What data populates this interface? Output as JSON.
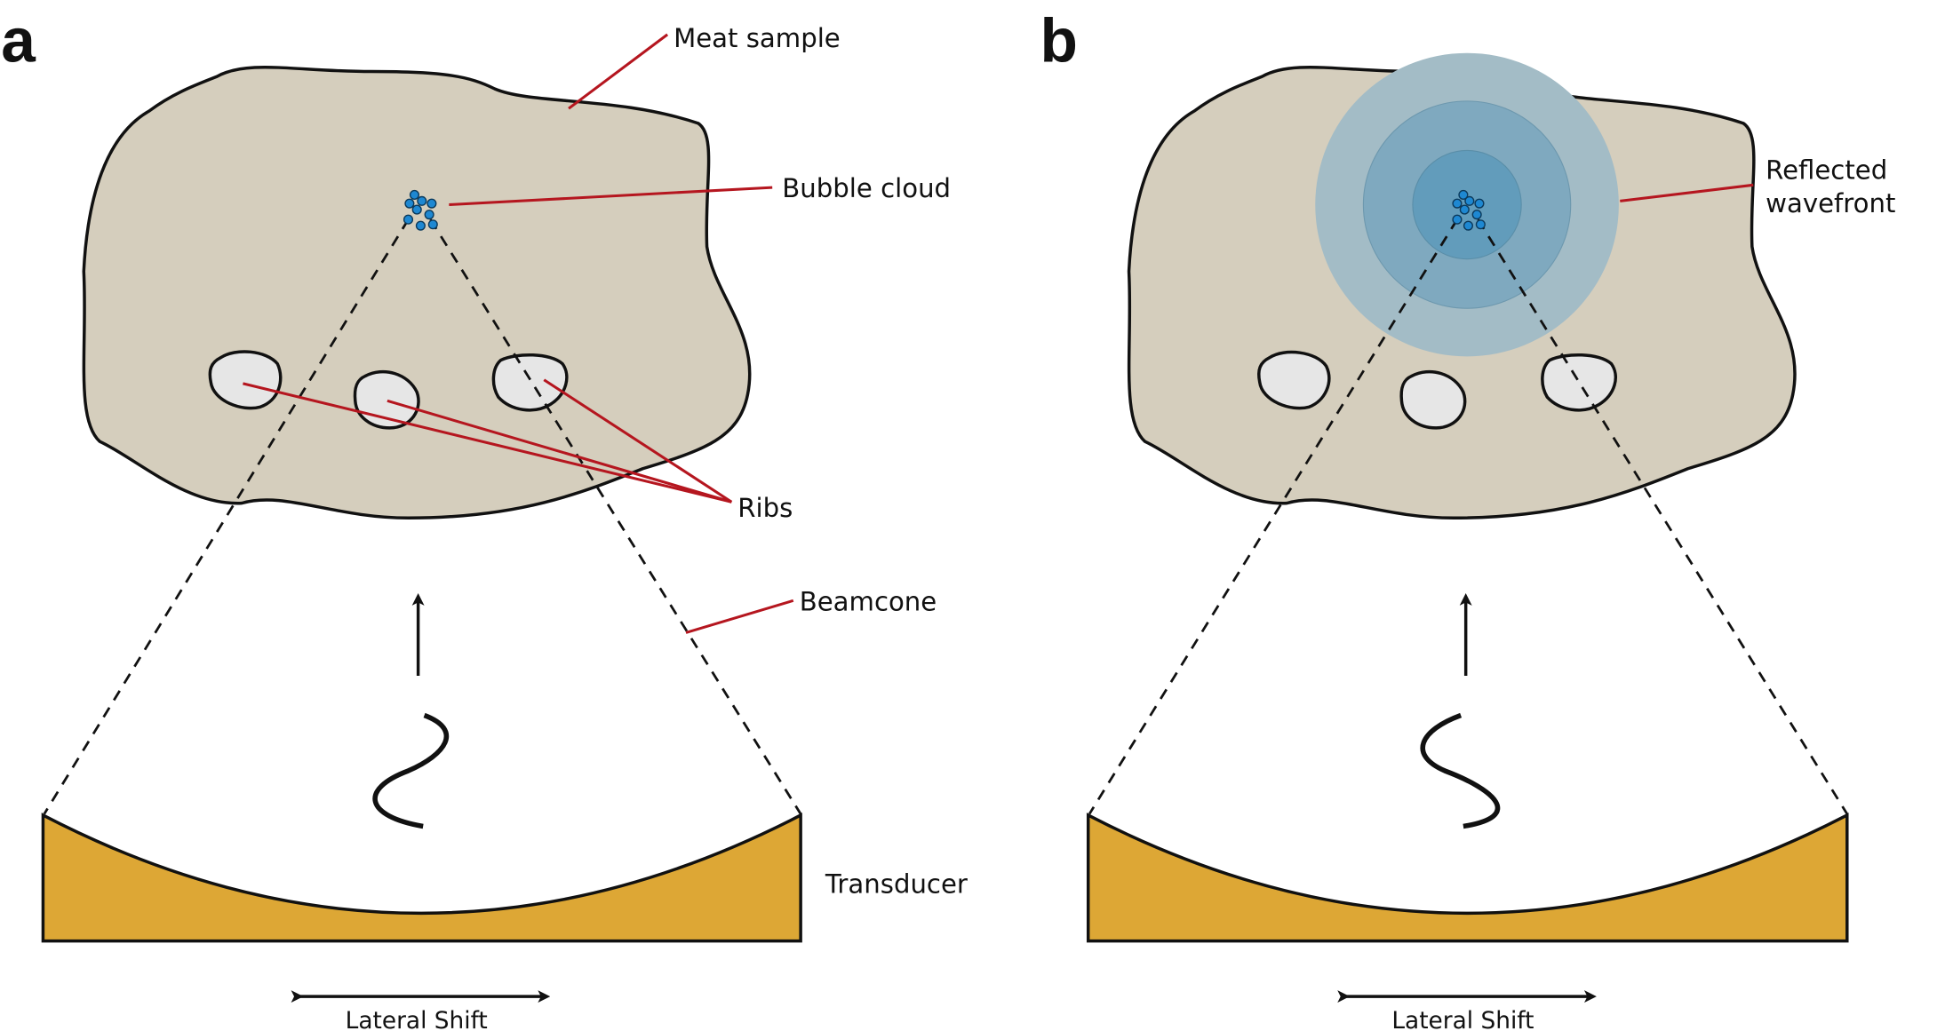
{
  "figure": {
    "panels": [
      {
        "id": "a",
        "label": "a",
        "annotations": {
          "meat_sample": "Meat sample",
          "bubble_cloud": "Bubble cloud",
          "ribs": "Ribs",
          "beamcone": "Beamcone",
          "transducer": "Transducer",
          "lateral_shift": "Lateral Shift"
        }
      },
      {
        "id": "b",
        "label": "b",
        "annotations": {
          "reflected_wavefront_line1": "Reflected",
          "reflected_wavefront_line2": "wavefront",
          "lateral_shift": "Lateral Shift"
        }
      }
    ],
    "colors": {
      "meat": "#d5cebd",
      "rib": "#e6e6e6",
      "bubble": "#1e88d2",
      "transducer": "#dda735",
      "leader": "#b5161f",
      "wave_outer": "#a3bcc6",
      "wave_mid": "#7fa9bf",
      "wave_inner": "#629cbb",
      "outline": "#111111"
    }
  }
}
